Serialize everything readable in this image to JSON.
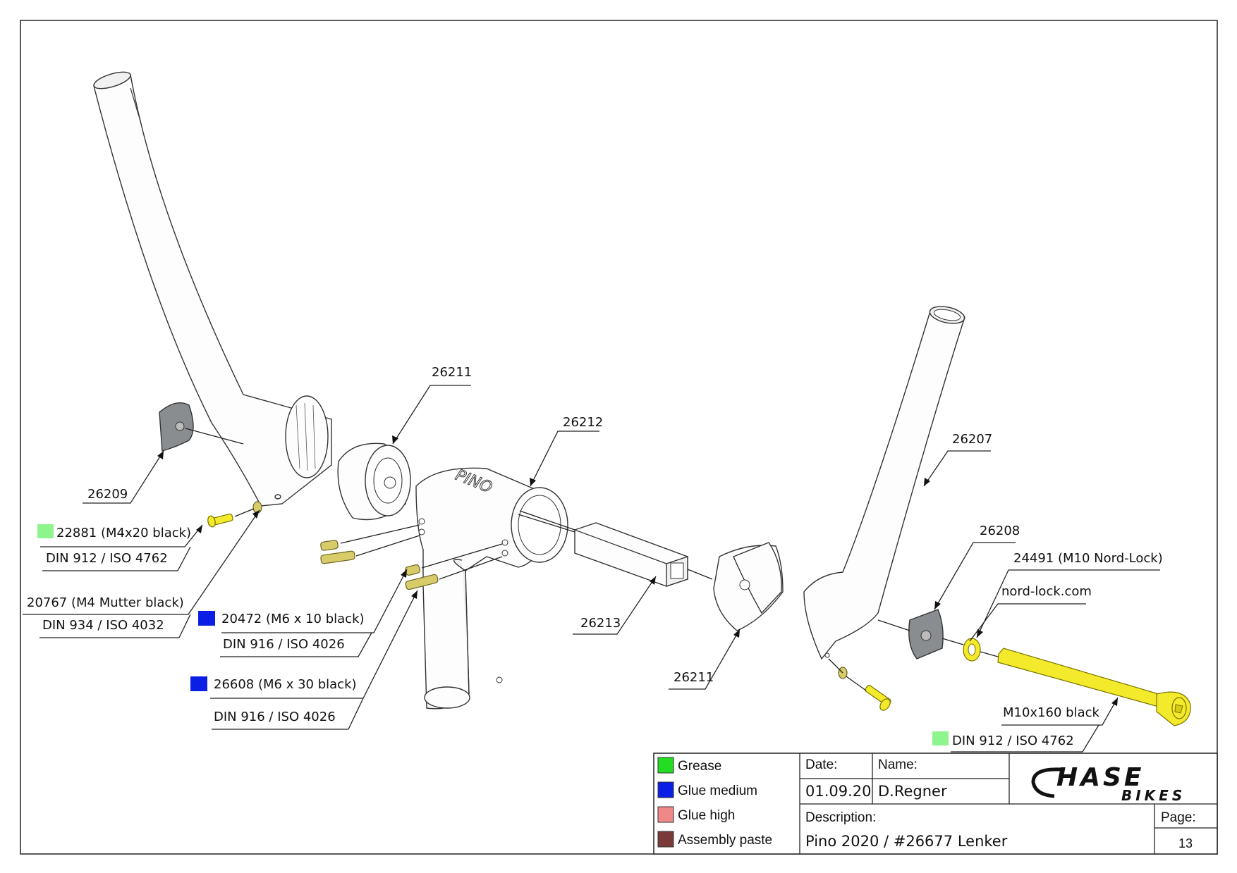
{
  "callouts": {
    "c_26209": "26209",
    "c_26211_top": "26211",
    "c_26212": "26212",
    "c_26207": "26207",
    "c_26208": "26208",
    "c_24491": "24491 (M10 Nord-Lock)",
    "c_nordlock": "nord-lock.com",
    "c_22881": "22881 (M4x20 black)",
    "c_22881_std": "DIN 912 / ISO 4762",
    "c_20767": "20767 (M4 Mutter black)",
    "c_20767_std": "DIN 934 / ISO 4032",
    "c_20472": "20472 (M6 x 10 black)",
    "c_20472_std": "DIN 916 / ISO 4026",
    "c_26608": "26608 (M6 x 30 black)",
    "c_26608_std": "DIN 916 / ISO 4026",
    "c_26213": "26213",
    "c_26211_bottom": "26211",
    "c_m10": "M10x160 black",
    "c_m10_std": "DIN 912 / ISO 4762",
    "part_text": "PINO"
  },
  "legend": [
    {
      "label": "Grease",
      "color": "#22dd22"
    },
    {
      "label": "Glue medium",
      "color": "#0a1ee6"
    },
    {
      "label": "Glue high",
      "color": "#f08888"
    },
    {
      "label": "Assembly paste",
      "color": "#7a3a3a"
    }
  ],
  "marker_colors": {
    "grease_light": "#8ef58e",
    "glue_blue": "#0a1ee6"
  },
  "title_block": {
    "date_label": "Date:",
    "date": "01.09.20",
    "name_label": "Name:",
    "name": "D.Regner",
    "description_label": "Description:",
    "description": "Pino 2020 / #26677 Lenker",
    "page_label": "Page:",
    "page": "13",
    "logo_main": "HASE",
    "logo_sub": "BIKES"
  }
}
